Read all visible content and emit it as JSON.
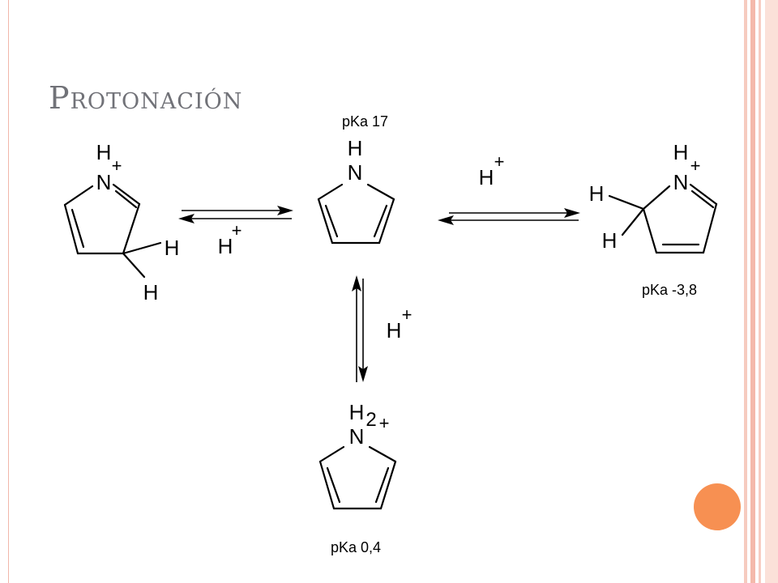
{
  "slide": {
    "title": "Protonación"
  },
  "labels": {
    "pka_center": "pKa 17",
    "pka_right": "pKa -3,8",
    "pka_bottom": "pKa 0,4"
  },
  "reagents": {
    "left_arrow_reagent": "H",
    "right_arrow_reagent": "H",
    "down_arrow_reagent": "H",
    "charge": "+"
  },
  "atoms": {
    "H": "H",
    "N": "N",
    "plus": "+",
    "sub2": "2"
  },
  "colors": {
    "accent_orange": "#f79052",
    "frame_pink": "#f4b9ab",
    "title_gray": "#717278",
    "ink": "#000000"
  }
}
